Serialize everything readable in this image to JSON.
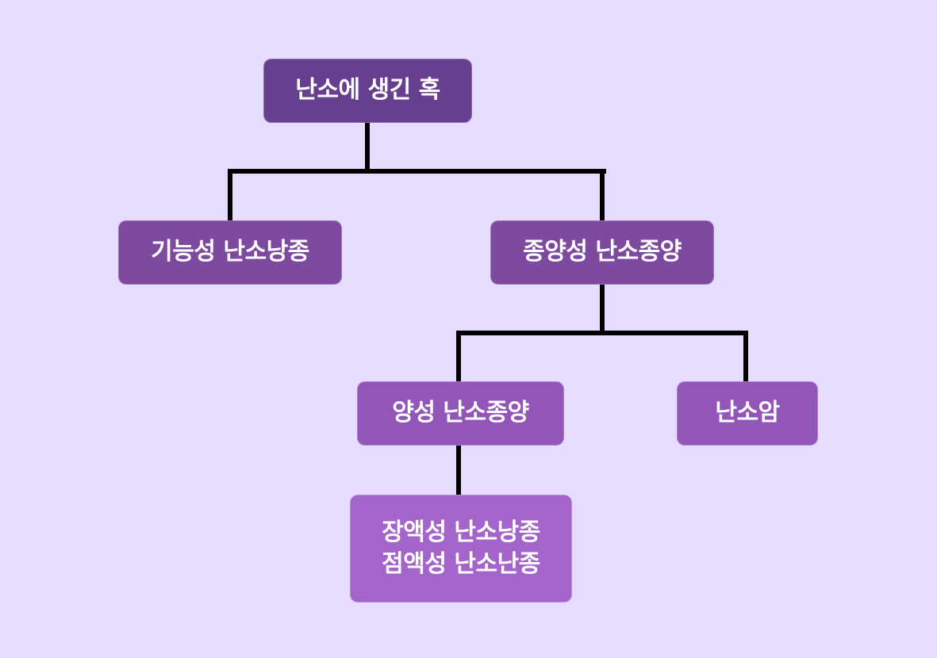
{
  "diagram": {
    "type": "tree",
    "nodes": {
      "root": {
        "label": "난소에 생긴 혹",
        "color": "#673f8f"
      },
      "functional": {
        "label": "기능성 난소낭종",
        "color": "#7d4a9f"
      },
      "neoplastic": {
        "label": "종양성 난소종양",
        "color": "#7d4a9f"
      },
      "benign": {
        "label": "양성 난소종양",
        "color": "#9256b8"
      },
      "cancer": {
        "label": "난소암",
        "color": "#9256b8"
      },
      "serous_mucinous": {
        "label": "장액성 난소낭종\n점액성 난소난종",
        "color": "#a464cb"
      }
    },
    "edges": [
      [
        "root",
        "functional"
      ],
      [
        "root",
        "neoplastic"
      ],
      [
        "neoplastic",
        "benign"
      ],
      [
        "neoplastic",
        "cancer"
      ],
      [
        "benign",
        "serous_mucinous"
      ]
    ],
    "background_color": "#e6dcfd",
    "connector_color": "#000000"
  }
}
